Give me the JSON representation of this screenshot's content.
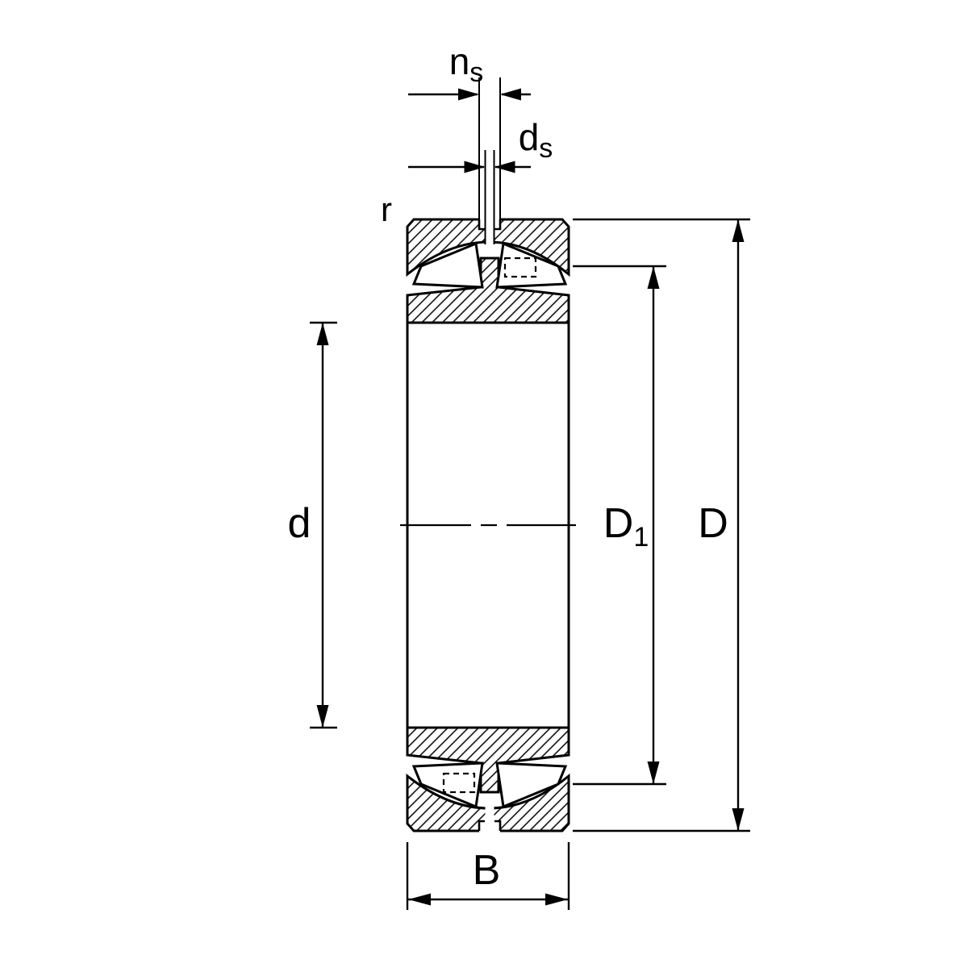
{
  "colors": {
    "background": "#ffffff",
    "line": "#000000"
  },
  "labels": {
    "ns": {
      "base": "n",
      "sub": "s"
    },
    "ds": {
      "base": "d",
      "sub": "s"
    },
    "r": "r",
    "d": "d",
    "d1": {
      "base": "D",
      "sub": "1"
    },
    "D": "D",
    "B": "B"
  }
}
